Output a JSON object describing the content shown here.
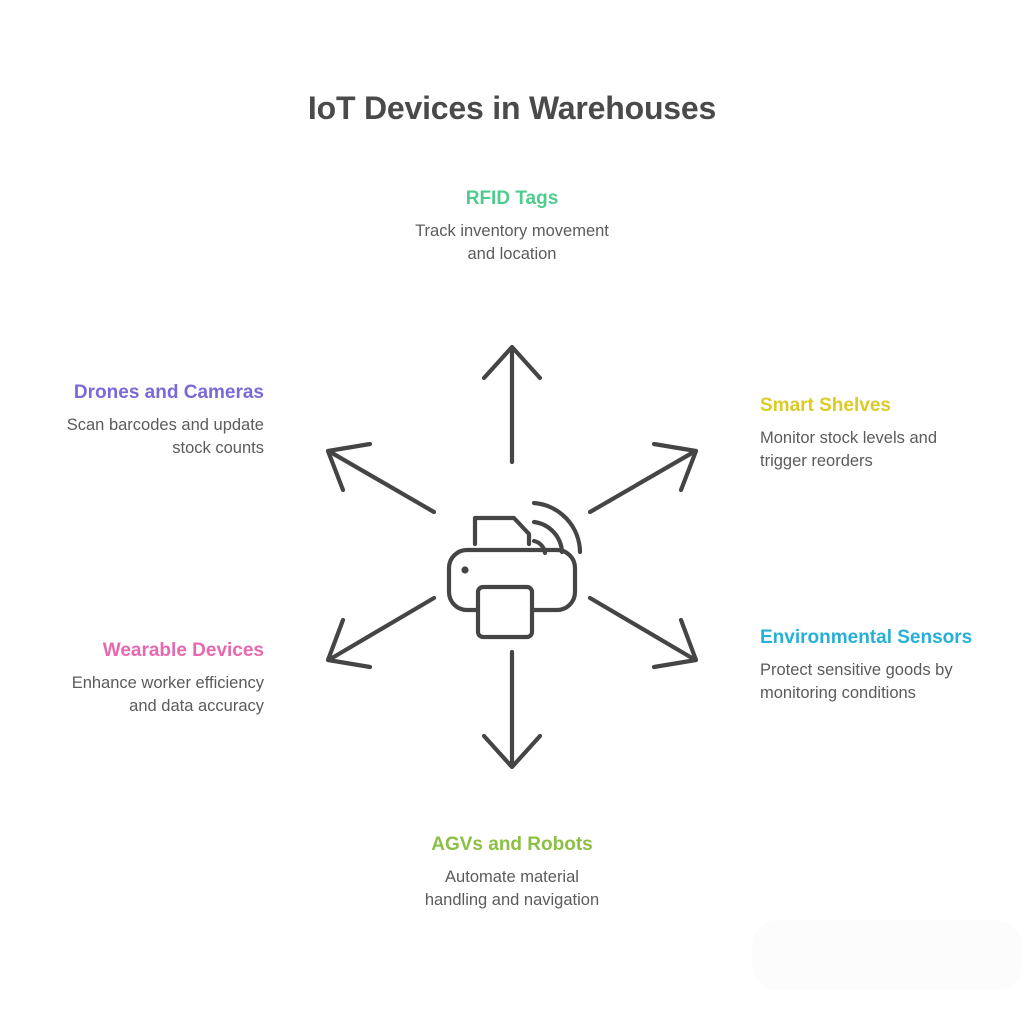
{
  "title": "IoT Devices in Warehouses",
  "center": {
    "icon": "iot-printer-wifi-icon",
    "stroke_color": "#454545"
  },
  "colors": {
    "title": "#4a4a4a",
    "description": "#5b5b5b",
    "arrow": "#454545",
    "rfid": "#4ECB8D",
    "drones": "#7B68D9",
    "smart_shelves": "#DCCB25",
    "wearable": "#E668AE",
    "environmental": "#27AFD8",
    "agvs": "#8CC044"
  },
  "nodes": [
    {
      "id": "rfid-tags",
      "title": "RFID Tags",
      "description": "Track inventory movement and location",
      "color": "#4ECB8D",
      "direction": "up"
    },
    {
      "id": "drones-and-cameras",
      "title": "Drones and Cameras",
      "description": "Scan barcodes and update stock counts",
      "color": "#7B68D9",
      "direction": "up-left"
    },
    {
      "id": "smart-shelves",
      "title": "Smart Shelves",
      "description": "Monitor stock levels and trigger reorders",
      "color": "#DCCB25",
      "direction": "up-right"
    },
    {
      "id": "wearable-devices",
      "title": "Wearable Devices",
      "description": "Enhance worker efficiency and data accuracy",
      "color": "#E668AE",
      "direction": "down-left"
    },
    {
      "id": "environmental-sensors",
      "title": "Environmental Sensors",
      "description": "Protect sensitive goods by monitoring conditions",
      "color": "#27AFD8",
      "direction": "down-right"
    },
    {
      "id": "agvs-and-robots",
      "title": "AGVs and Robots",
      "description": "Automate material handling and navigation",
      "color": "#8CC044",
      "direction": "down"
    }
  ],
  "arrows": {
    "count": 6,
    "style": "outward-radial"
  }
}
